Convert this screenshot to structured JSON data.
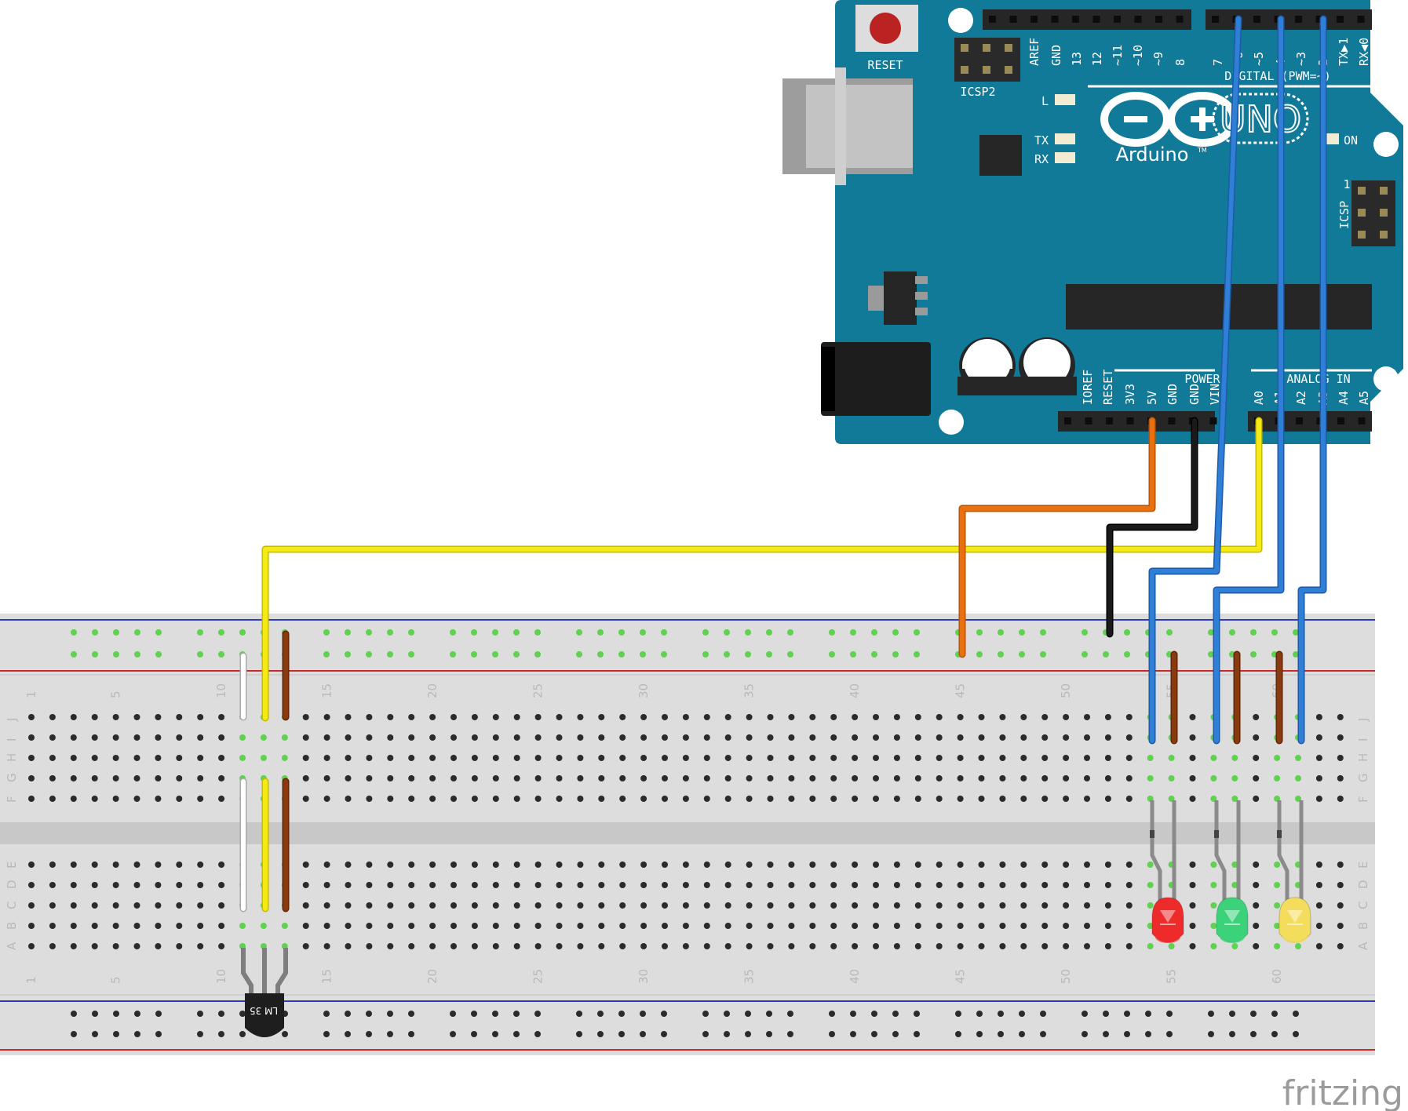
{
  "arduino": {
    "reset_label": "RESET",
    "icsp2_label": "ICSP2",
    "icsp_label": "ICSP",
    "icsp_pin1": "1",
    "led_l": "L",
    "led_tx": "TX",
    "led_rx": "RX",
    "led_on": "ON",
    "brand": "Arduino",
    "tm": "TM",
    "model": "UNO",
    "digital_label": "DIGITAL (PWM=~)",
    "power_label": "POWER",
    "analog_label": "ANALOG IN",
    "top_pins": [
      "AREF",
      "GND",
      "13",
      "12",
      "~11",
      "~10",
      "~9",
      "8",
      "7",
      "~6",
      "~5",
      "4",
      "~3",
      "2",
      "TX▶1",
      "RX◀0"
    ],
    "bottom_pins": [
      "IOREF",
      "RESET",
      "3V3",
      "5V",
      "GND",
      "GND",
      "VIN",
      "A0",
      "A1",
      "A2",
      "A3",
      "A4",
      "A5"
    ]
  },
  "breadboard": {
    "column_numbers": [
      "1",
      "5",
      "10",
      "15",
      "20",
      "25",
      "30",
      "35",
      "40",
      "45",
      "50",
      "55",
      "60"
    ],
    "rows_top": [
      "J",
      "I",
      "H",
      "G",
      "F"
    ],
    "rows_bottom": [
      "E",
      "D",
      "C",
      "B",
      "A"
    ]
  },
  "sensor": {
    "label": "LM 35"
  },
  "wire_colors": {
    "signal": "#f5ea14",
    "power": "#e8700f",
    "ground": "#1a1a1a",
    "digital": "#2f7fd6",
    "resistor_bridge": "#8b3a0f",
    "link": "#ffffff"
  },
  "leds": [
    {
      "name": "red",
      "color": "#ee2b2b"
    },
    {
      "name": "green",
      "color": "#3cd27a"
    },
    {
      "name": "yellow",
      "color": "#f4dc5c"
    }
  ],
  "watermark": "fritzing"
}
